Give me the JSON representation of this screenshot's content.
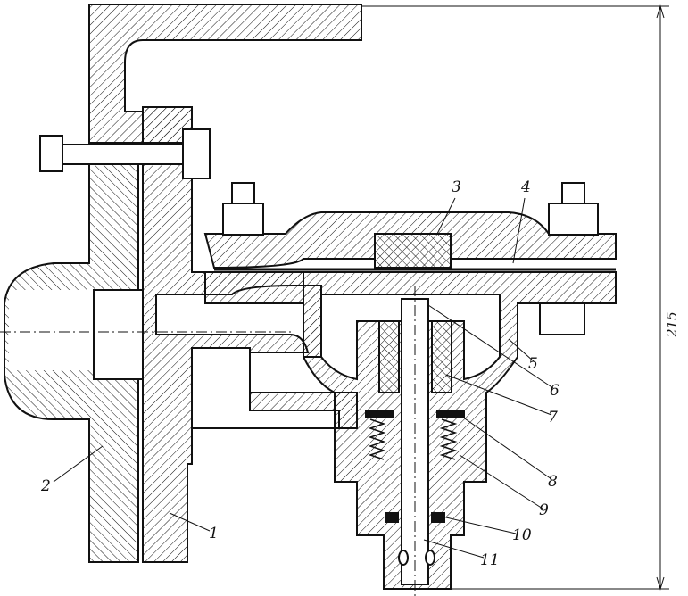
{
  "title": "Sectional drawing of a diaphragm valve assembly",
  "colors": {
    "ink": "#111111",
    "paper": "#ffffff"
  },
  "labels": {
    "l1": "1",
    "l2": "2",
    "l3": "3",
    "l4": "4",
    "l5": "5",
    "l6": "6",
    "l7": "7",
    "l8": "8",
    "l9": "9",
    "l10": "10",
    "l11": "11"
  },
  "dimension": {
    "height": "215"
  }
}
